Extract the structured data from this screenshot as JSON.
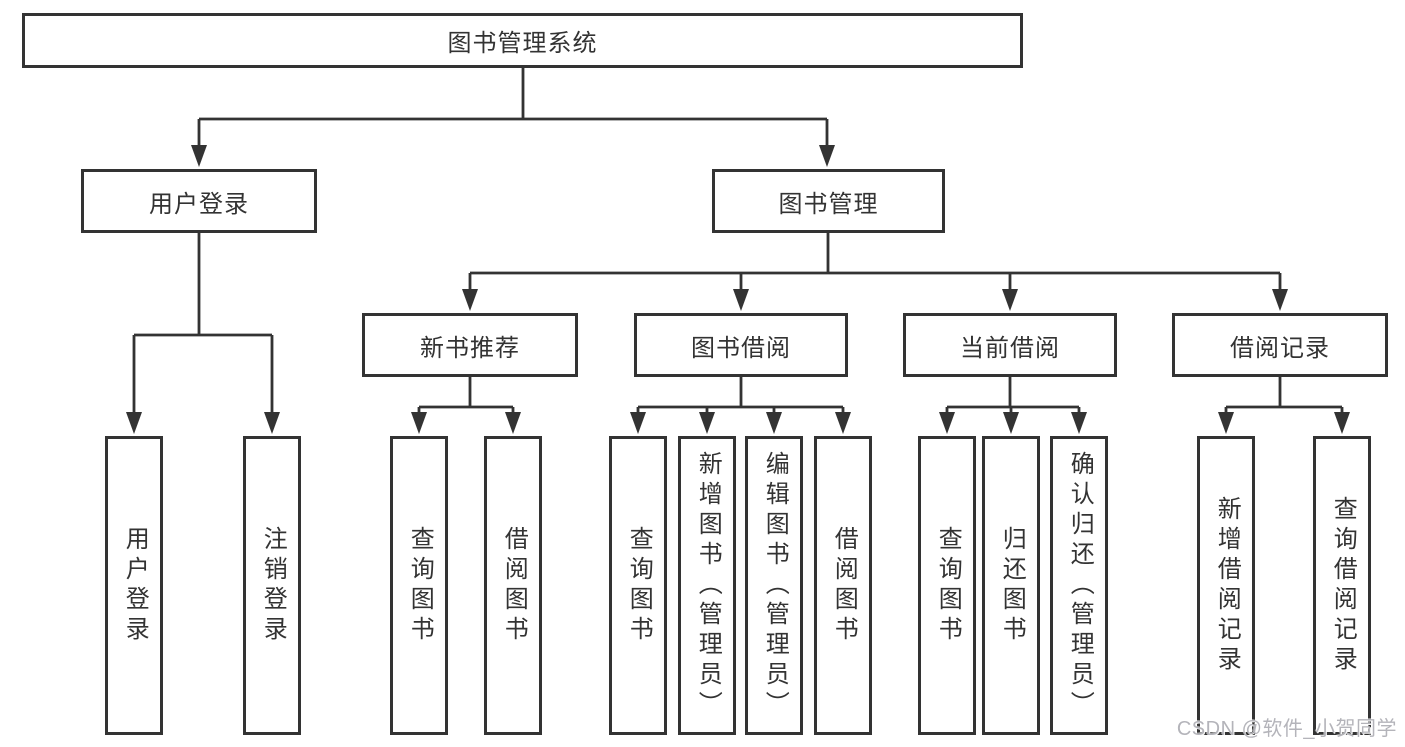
{
  "diagram": {
    "root": "图书管理系统",
    "level2": [
      "用户登录",
      "图书管理"
    ],
    "level3": [
      "新书推荐",
      "图书借阅",
      "当前借阅",
      "借阅记录"
    ],
    "leaves": {
      "user_login": [
        "用户登录",
        "注销登录"
      ],
      "new_book": [
        "查询图书",
        "借阅图书"
      ],
      "book_borrow": [
        "查询图书",
        "新增图书（管理员）",
        "编辑图书（管理员）",
        "借阅图书"
      ],
      "current_borrow": [
        "查询图书",
        "归还图书",
        "确认归还（管理员）"
      ],
      "borrow_records": [
        "新增借阅记录",
        "查询借阅记录"
      ]
    },
    "watermark": "CSDN @软件_小贺同学",
    "colors": {
      "line": "#333333",
      "text": "#333333",
      "box_background": "#ffffff",
      "watermark": "#b4b4ba",
      "background": "#ffffff"
    }
  }
}
